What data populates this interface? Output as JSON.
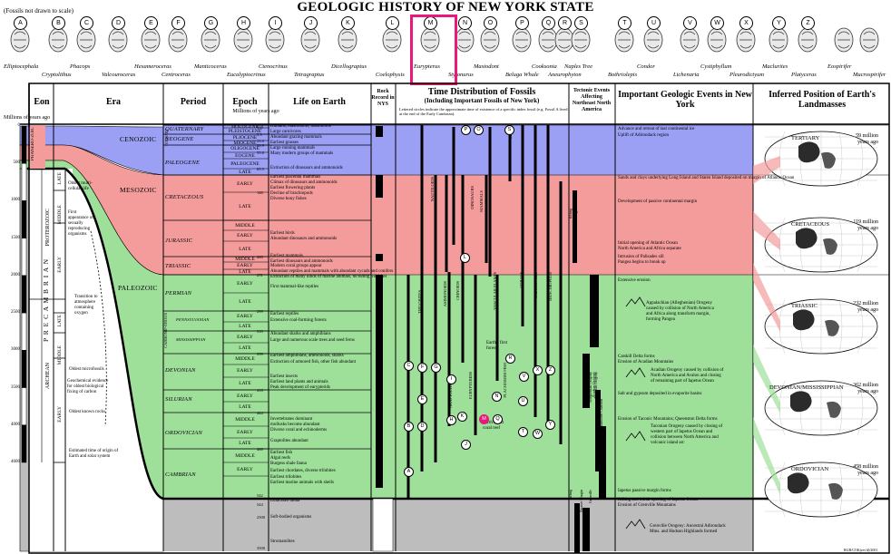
{
  "title": "GEOLOGIC HISTORY OF NEW YORK STATE",
  "note": "(Fossils not drawn to scale)",
  "fossils": [
    {
      "letter": "A",
      "name": "Elliptocephala"
    },
    {
      "letter": "B",
      "name": "Cryptolithus"
    },
    {
      "letter": "C",
      "name": "Phacops"
    },
    {
      "letter": "D",
      "name": "Valcouroceras"
    },
    {
      "letter": "E",
      "name": "Hexameroceras"
    },
    {
      "letter": "F",
      "name": "Centroceras"
    },
    {
      "letter": "G",
      "name": "Manticoceras"
    },
    {
      "letter": "H",
      "name": "Eucalyptocrinus"
    },
    {
      "letter": "I",
      "name": "Ctenocrinus"
    },
    {
      "letter": "J",
      "name": "Tetragraptus"
    },
    {
      "letter": "K",
      "name": "Dicellograptus"
    },
    {
      "letter": "L",
      "name": "Coelophysis"
    },
    {
      "letter": "M",
      "name": "Eurypterus"
    },
    {
      "letter": "N",
      "name": "Stylonurus"
    },
    {
      "letter": "O",
      "name": "Mastodont"
    },
    {
      "letter": "P",
      "name": "Beluga Whale"
    },
    {
      "letter": "Q",
      "name": "Cooksonia"
    },
    {
      "letter": "R",
      "name": "Aneurophyton"
    },
    {
      "letter": "S",
      "name": "Naples Tree"
    },
    {
      "letter": "T",
      "name": "Bothriolepis"
    },
    {
      "letter": "U",
      "name": "Condor"
    },
    {
      "letter": "V",
      "name": "Lichenaria"
    },
    {
      "letter": "W",
      "name": "Cystiphyllum"
    },
    {
      "letter": "X",
      "name": "Pleurodictyum"
    },
    {
      "letter": "Y",
      "name": "Maclurites"
    },
    {
      "letter": "Z",
      "name": "Platyceras"
    },
    {
      "letter": "",
      "name": "Eospirifer"
    },
    {
      "letter": "",
      "name": "Mucrospirifer"
    }
  ],
  "headers": {
    "eon": "Eon",
    "era": "Era",
    "period": "Period",
    "epoch": "Epoch",
    "life": "Life on Earth",
    "rock": "Rock Record in NYS",
    "dist": "Time Distribution of Fossils",
    "dist_sub": "(Including Important Fossils of New York)",
    "dist_note": "Lettered circles indicate the approximate time of existence of a specific index fossil (e.g. Fossil A lived at the end of the Early Cambrian).",
    "tectonic": "Tectonic Events Affecting Northeast North America",
    "geologic": "Important Geologic Events in New York",
    "inferred": "Inferred Position of Earth's Landmasses",
    "myago": "Millions of years ago",
    "epoch_sub": "Millions of years ago"
  },
  "axis_ticks": [
    "0",
    "500",
    "1000",
    "1500",
    "2000",
    "2500",
    "3000",
    "3500",
    "4000",
    "4600"
  ],
  "eras": [
    "CENOZOIC",
    "MESOZOIC",
    "PALEOZOIC"
  ],
  "precambrian": {
    "label": "P R E C A M B R I A N",
    "archean": "ARCHEAN",
    "proterozoic": "PROTEROZOIC",
    "early": "EARLY",
    "middle": "MIDDLE",
    "late": "LATE",
    "phanero": "PHANERO-ZOIC"
  },
  "early_notes": [
    "Oldest multi-cellular life",
    "First appearance of sexually reproducing organisms",
    "Transition to atmosphere containing oxygen",
    "Oldest microfossils",
    "Geochemical evidence for oldest biological fixing of carbon",
    "Oldest known rocks",
    "Estimated time of origin of Earth and solar system"
  ],
  "periods": [
    "QUATERNARY",
    "NEOGENE",
    "PALEOGENE",
    "CRETACEOUS",
    "JURASSIC",
    "TRIASSIC",
    "PERMIAN",
    "PENNSYLVANIAN",
    "MISSISSIPPIAN",
    "DEVONIAN",
    "SILURIAN",
    "ORDOVICIAN",
    "CAMBRIAN"
  ],
  "carbon_label": "CARBONIF-EROUS",
  "tertiary": "TERTIARY",
  "epochs": [
    "HOLOCENE",
    "PLEISTOCENE",
    "PLIOCENE",
    "MIOCENE",
    "OLIGOCENE",
    "EOCENE",
    "PALEOCENE",
    "LATE",
    "EARLY",
    "LATE",
    "MIDDLE",
    "EARLY",
    "LATE",
    "MIDDLE",
    "EARLY",
    "LATE",
    "EARLY",
    "LATE",
    "EARLY",
    "LATE",
    "EARLY",
    "LATE",
    "MIDDLE",
    "EARLY",
    "LATE",
    "EARLY",
    "LATE",
    "MIDDLE",
    "EARLY",
    "LATE",
    "MIDDLE",
    "EARLY"
  ],
  "ages": [
    "0.01",
    "1.8",
    "5.3",
    "23.0",
    "33.9",
    "55.8",
    "65.5",
    "146",
    "200",
    "251",
    "299",
    "318",
    "359",
    "416",
    "444",
    "488",
    "542",
    "544",
    "2500",
    "3500"
  ],
  "life": [
    "Humans, mastodonts, mammoths",
    "Large carnivores",
    "Abundant grazing mammals",
    "Earliest grasses",
    "Large running mammals",
    "Many modern groups of mammals",
    "Extinction of dinosaurs and ammonoids",
    "Earliest placental mammals",
    "Climax of dinosaurs and ammonoids",
    "Earliest flowering plants",
    "Decline of brachiopods",
    "Diverse bony fishes",
    "Earliest birds",
    "Abundant dinosaurs and ammonoids",
    "Earliest mammals",
    "Earliest dinosaurs and ammonoids",
    "Modern coral groups appear",
    "Abundant reptiles and mammals with abundant cycads and conifers",
    "Extinction of many kinds of marine animals, including trilobites",
    "First mammal-like reptiles",
    "Earliest reptiles",
    "Extensive coal-forming forests",
    "Abundant sharks and amphibians",
    "Large and numerous scale trees and seed ferns",
    "Earliest amphibians, ammonoids, sharks",
    "Extinction of armored fish, other fish abundant",
    "Earliest insects",
    "Earliest land plants and animals",
    "Peak development of eurypterids",
    "Invertebrates dominant",
    "mollusks become abundant",
    "Diverse coral and echinoderms",
    "Graptolites abundant",
    "Earliest fish",
    "Algal reefs",
    "Burgess shale fauna",
    "Earliest chordates, diverse trilobites",
    "Earliest trilobites",
    "Earliest marine animals with shells",
    "Ediacaran fauna",
    "Soft-bodied organisms",
    "Stromatolites"
  ],
  "fossil_groups": [
    "TRILOBITES",
    "NAUTILOIDS",
    "AMMONOIDS",
    "CRINOIDS",
    "GRAPTOLITES",
    "EURYPTERIDS",
    "DINOSAURS",
    "MAMMALS",
    "BIRDS",
    "VASCULAR PLANTS",
    "CORALS",
    "GASTROPODS",
    "BRACHIOPODS",
    "PLACODERM FISH"
  ],
  "dist_labels": [
    "Earth's first forest",
    "Earth's first coral reef"
  ],
  "tectonic_labels": [
    "Rifting",
    "Passive Margin",
    "Alleghenian Orogeny",
    "Acadian Orogeny",
    "Taconian Orogeny",
    "Transform Collision",
    "Continental Collision",
    "Rifting",
    "Passive Margin",
    "Grenville"
  ],
  "geo_events": [
    "Advance and retreat of last continental ice",
    "Uplift of Adirondack region",
    "Sands and clays underlying Long Island and Staten Island deposited on margin of Atlantic Ocean",
    "Development of passive continental margin",
    "Initial opening of Atlantic Ocean",
    "North America and Africa separate",
    "Intrusion of Palisades sill",
    "Pangea begins to break up",
    "Extensive erosion",
    "Appalachian (Alleghenian) Orogeny",
    "caused by collision of North America",
    "and Africa along transform margin,",
    "forming Pangea",
    "Catskill Delta forms",
    "Erosion of Acadian Mountains",
    "Acadian Orogeny caused by collision of",
    "North America and Avalon and closing",
    "of remaining part of Iapetus Ocean",
    "Salt and gypsum deposited in evaporite basins",
    "Erosion of Taconic Mountains; Queenston Delta forms",
    "Taconian Orogeny caused by closing of",
    "western part of Iapetus Ocean and",
    "collision between North America and",
    "volcanic island arc",
    "Iapetus passive margin forms",
    "Rifting and initial opening of Iapetus Ocean",
    "Erosion of Grenville Mountains",
    "Grenville Orogeny: Ancestral Adirondack",
    "Mtns. and Hudson Highlands formed"
  ],
  "globes": [
    {
      "label": "TERTIARY",
      "age": "59 million years ago"
    },
    {
      "label": "CRETACEOUS",
      "age": "119 million years ago"
    },
    {
      "label": "TRIASSIC",
      "age": "232 million years ago"
    },
    {
      "label": "DEVONIAN/MISSISSIPPIAN",
      "age": "362 million years ago"
    },
    {
      "label": "ORDOVICIAN",
      "age": "458 million years ago"
    }
  ],
  "colors": {
    "cenozoic": "#9ba0f5",
    "mesozoic": "#f49c9c",
    "paleozoic": "#9ee09a",
    "precambrian": "#bdbdbd",
    "highlight": "#e8197a",
    "globe_water": "#ffffff",
    "globe_land": "#2b2b2b"
  },
  "footer": "RGB/COK(rev'd)/2001"
}
